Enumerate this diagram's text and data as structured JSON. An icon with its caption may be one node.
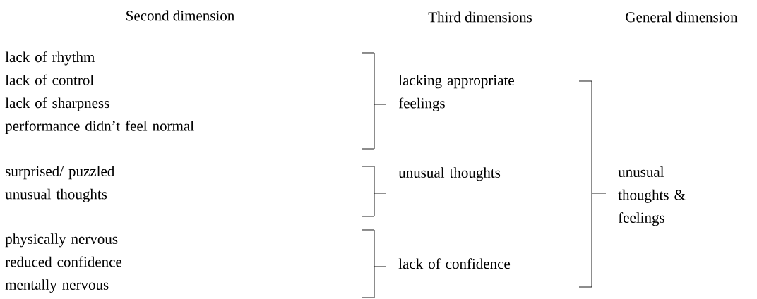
{
  "diagram": {
    "nodes": [
      {
        "text": [
          "lack of rhythm",
          "lack of control",
          "lack of sharpness",
          "performance didn’t feel normal"
        ]
      },
      {
        "text": [
          "surprised/ puzzled",
          "unusual thoughts"
        ]
      },
      {
        "text": [
          "physically nervous",
          "reduced confidence",
          "mentally nervous"
        ]
      },
      {
        "text": [
          "lacking appropriate feelings"
        ]
      },
      {
        "text": [
          "unusual thoughts"
        ]
      },
      {
        "text": [
          "lack of confidence"
        ]
      },
      {
        "text": [
          "unusual thoughts & feelings"
        ]
      }
    ],
    "labels": [
      "Second dimension",
      "Third dimensions",
      "General dimension"
    ]
  }
}
